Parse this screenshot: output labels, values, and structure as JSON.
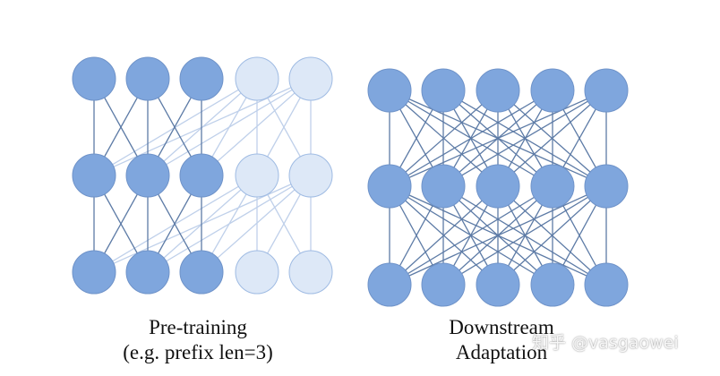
{
  "panels": {
    "pretraining": {
      "caption_line1": "Pre-training",
      "caption_line2": "(e.g. prefix len=3)",
      "prefix_len": 3,
      "neurons_per_layer": 5,
      "layers": 3
    },
    "downstream": {
      "caption_line1": "Downstream",
      "caption_line2": "Adaptation",
      "neurons_per_layer": 5,
      "layers": 3
    }
  },
  "watermark": {
    "text": "知乎 @vasgaowei"
  },
  "colors": {
    "active_fill": "#7fa6dd",
    "active_stroke": "#6f93c9",
    "inactive_fill": "#dde8f7",
    "inactive_stroke": "#9fbbe3",
    "active_edge": "#5d7ba6",
    "inactive_edge": "#bfd0ea"
  }
}
